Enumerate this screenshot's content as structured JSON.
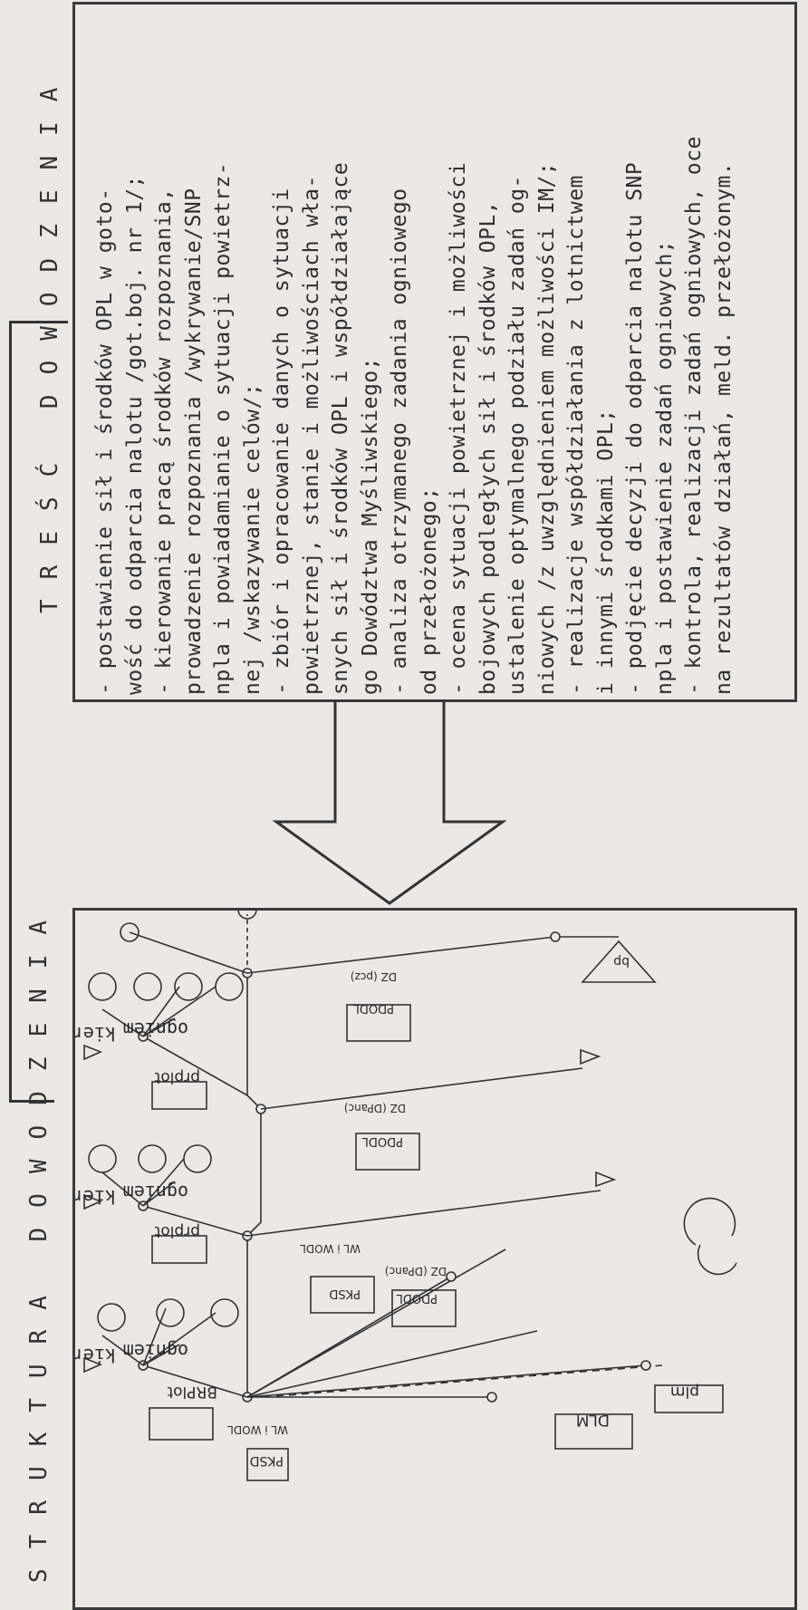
{
  "left_title": "STRUKTURA DOWODZENIA",
  "right_title": "TREŚĆ DOWODZENIA",
  "content_lines": [
    "- postawienie sił i środków OPL w goto-",
    "wość do odparcia nalotu /got.boj. nr 1/;",
    "- kierowanie pracą środków rozpoznania,",
    "prowadzenie rozpoznania /wykrywanie/SNP",
    "npla i powiadamianie o sytuacji powietrz-",
    "nej /wskazywanie celów/;",
    "- zbiór i opracowanie danych o sytuacji",
    "powietrznej, stanie i możliwościach wła-",
    "snych sił i środków OPL i współdziałające",
    "go Dowództwa Myśliwskiego;",
    "- analiza otrzymanego zadania ogniowego",
    "od przełożonego;",
    "- ocena sytuacji powietrznej i możliwości",
    "bojowych podległych sił i środków OPL,",
    "ustalenie optymalnego podziału zadań og-",
    "niowych /z uwzględnieniem możliwości IM/;",
    "- realizacje współdziałania z lotnictwem",
    "i innymi środkami OPL;",
    "- podjęcie decyzji do odparcia nalotu SNP",
    "npla i postawienie zadań ogniowych;",
    "- kontrola, realizacji zadań ogniowych, oce",
    "na rezultatów działań, meld. przełożonym."
  ],
  "diagram": {
    "labels": {
      "dlm": "DLM",
      "plm": "plm",
      "pksd_top": "PKSD",
      "wl_top": "WL i WODL",
      "pdodl_top": "PDODL",
      "dz_top": "DZ (DPanc)",
      "pksd_mid": "PKSD",
      "wl_mid": "WL i WODL",
      "pdodl_mid": "PDODL",
      "dz_mid": "DZ (DPanc)",
      "pdodl_bot": "PDODL",
      "dz_bot": "DZ (pcz)",
      "brplot": "BRPlot",
      "prplot_1": "prplot",
      "prplot_2": "prplot",
      "bp": "bp",
      "kier_1": "kier.",
      "ogniem_1": "ogniem",
      "kier_2": "kier.",
      "ogniem_2": "ogniem",
      "kier_3": "kier.",
      "ogniem_3": "ogniem"
    }
  }
}
